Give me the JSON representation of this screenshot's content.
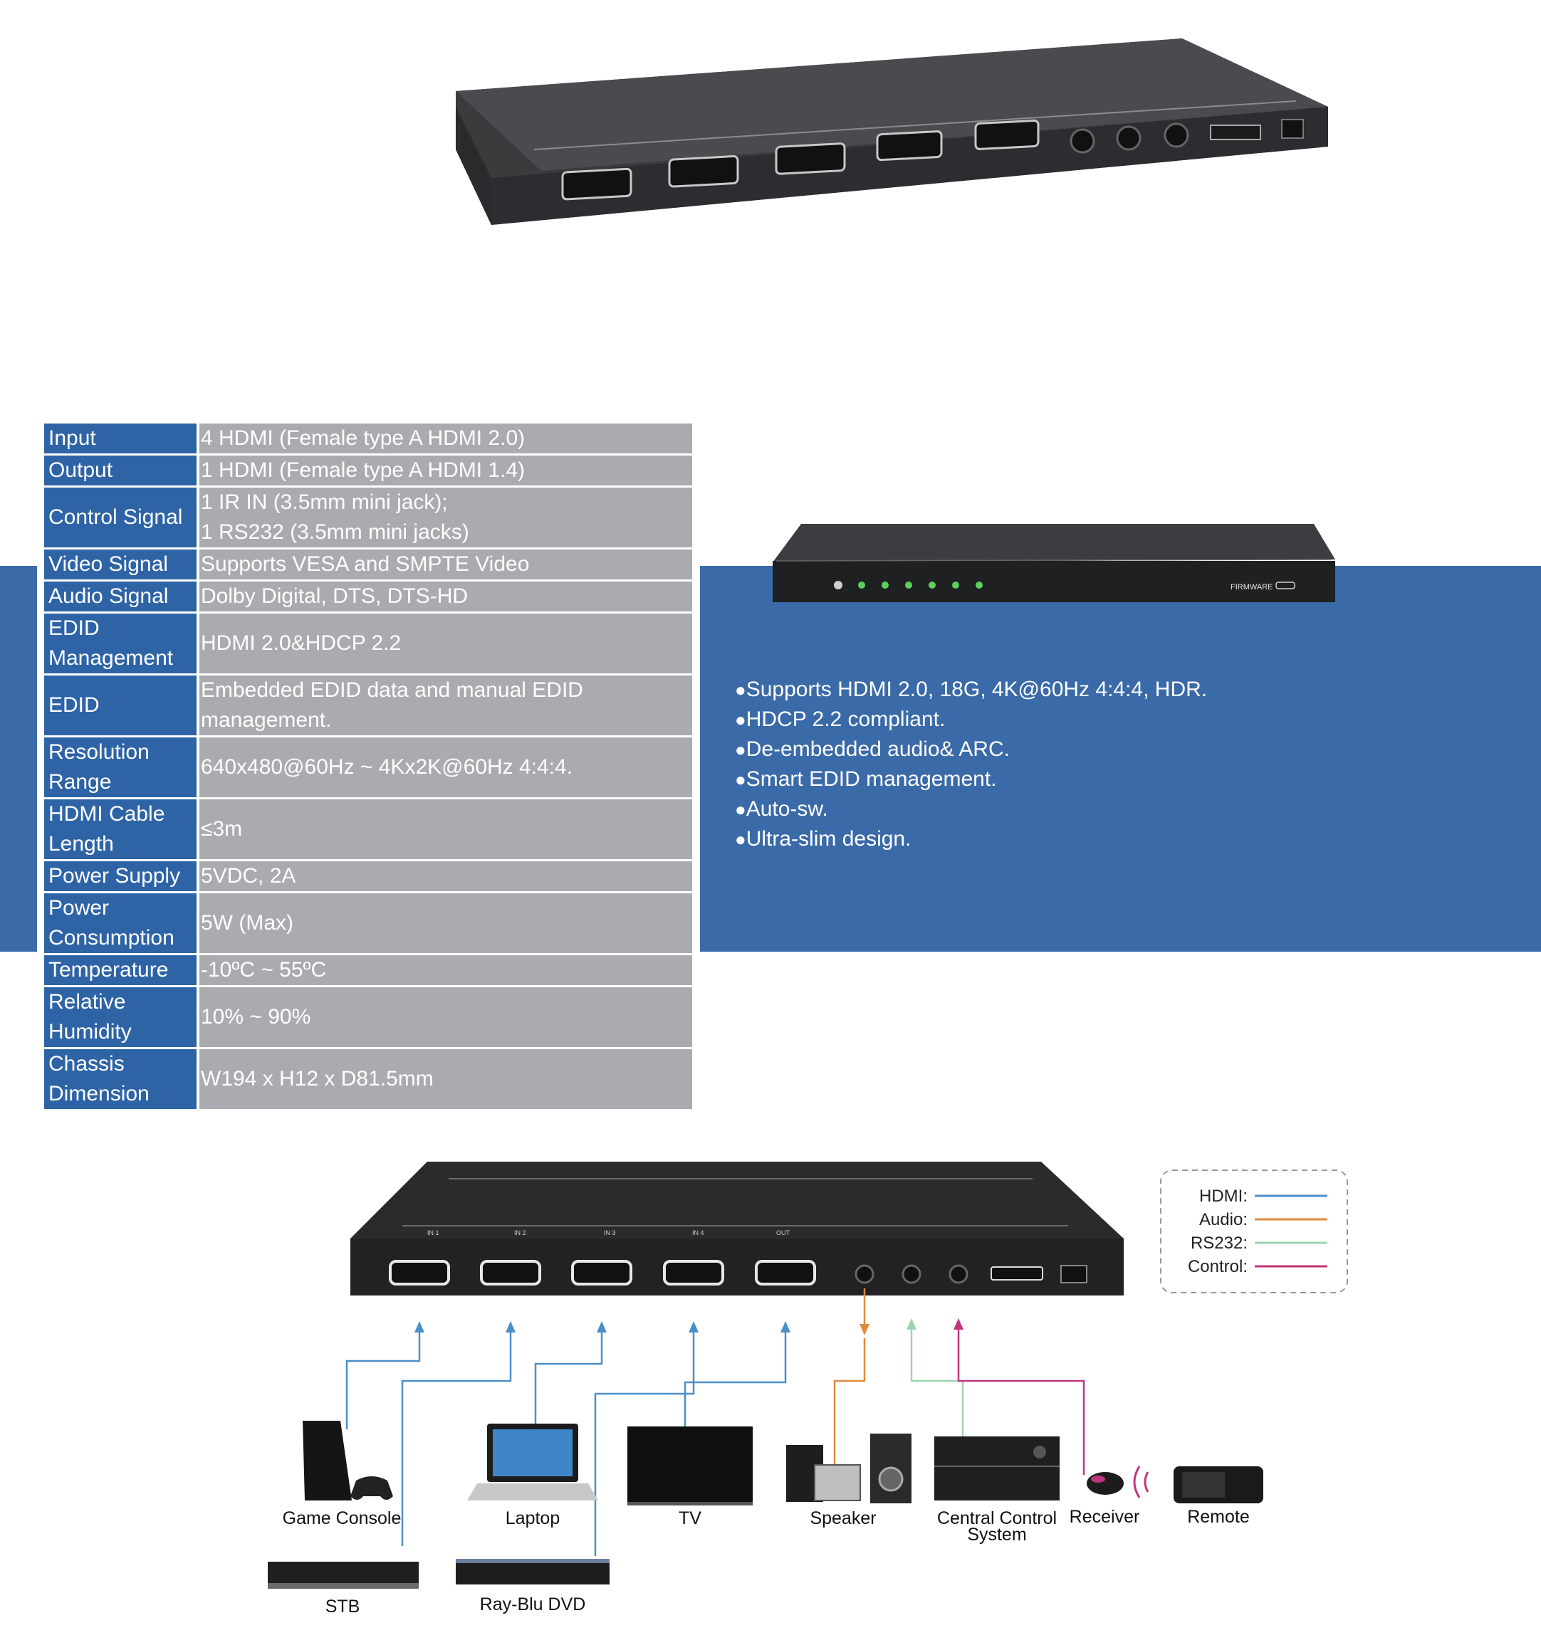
{
  "specs": [
    {
      "label": "Input",
      "value": "4 HDMI (Female type A HDMI 2.0)"
    },
    {
      "label": "Output",
      "value": "1 HDMI (Female type A HDMI 1.4)"
    },
    {
      "label": "Control Signal",
      "value_lines": [
        "1 IR IN (3.5mm mini jack);",
        "1 RS232 (3.5mm mini jacks)"
      ]
    },
    {
      "label": "Video Signal",
      "value": "Supports VESA and SMPTE Video"
    },
    {
      "label": "Audio Signal",
      "value": "Dolby Digital, DTS, DTS-HD"
    },
    {
      "label_lines": [
        "EDID",
        "Management"
      ],
      "value": "HDMI 2.0&HDCP 2.2"
    },
    {
      "label": "EDID",
      "value_lines": [
        "Embedded EDID data and manual EDID",
        "management."
      ]
    },
    {
      "label_lines": [
        "Resolution",
        "Range"
      ],
      "value": "640x480@60Hz ~ 4Kx2K@60Hz 4:4:4."
    },
    {
      "label_lines": [
        "HDMI Cable",
        "Length"
      ],
      "value": "≤3m"
    },
    {
      "label": "Power Supply",
      "value": "5VDC, 2A"
    },
    {
      "label_lines": [
        "Power",
        "Consumption"
      ],
      "value": "5W (Max)"
    },
    {
      "label": "Temperature",
      "value": "-10ºC ~ 55ºC"
    },
    {
      "label_lines": [
        "Relative",
        "Humidity"
      ],
      "value": "10% ~ 90%"
    },
    {
      "label_lines": [
        "Chassis",
        "Dimension"
      ],
      "value": "W194 x H12 x D81.5mm"
    }
  ],
  "features": [
    "Supports HDMI 2.0, 18G, 4K@60Hz 4:4:4, HDR.",
    "HDCP 2.2 compliant.",
    "De-embedded audio& ARC.",
    "Smart EDID management.",
    "Auto-sw.",
    "Ultra-slim design."
  ],
  "device": {
    "port_labels": [
      "IN 1",
      "IN 2",
      "IN 3",
      "IN 4",
      "OUT"
    ],
    "front_label": "FIRMWARE"
  },
  "legend": [
    {
      "label": "HDMI:",
      "color": "#4a8fc8"
    },
    {
      "label": "Audio:",
      "color": "#e08a3c"
    },
    {
      "label": "RS232:",
      "color": "#9fd3b0"
    },
    {
      "label": "Control:",
      "color": "#c0347e"
    }
  ],
  "diagram_labels": {
    "game_console": "Game Console",
    "laptop": "Laptop",
    "tv": "TV",
    "speaker": "Speaker",
    "central_control_1": "Central Control",
    "central_control_2": "System",
    "receiver": "Receiver",
    "remote": "Remote",
    "stb": "STB",
    "bluray": "Ray-Blu DVD"
  }
}
